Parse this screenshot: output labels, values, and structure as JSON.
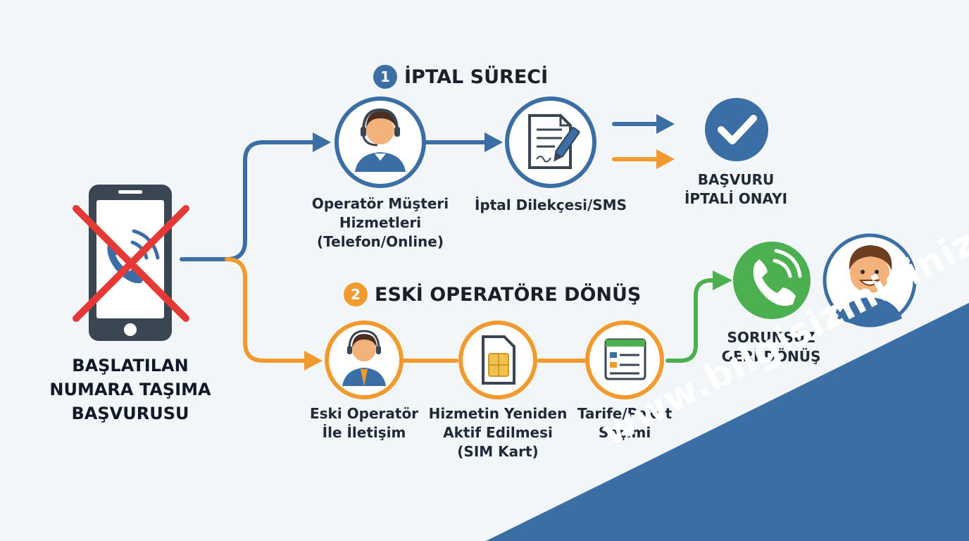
{
  "start": {
    "label_lines": [
      "BAŞLATILAN",
      "NUMARA TAŞIMA",
      "BAŞVURUSU"
    ]
  },
  "section1": {
    "number": "1",
    "title": "İPTAL SÜRECİ",
    "steps": [
      {
        "lines": [
          "Operatör Müşteri",
          "Hizmetleri",
          "(Telefon/Online)"
        ],
        "icon": "headset-agent-icon"
      },
      {
        "lines": [
          "İptal Dilekçesi/SMS"
        ],
        "icon": "document-pen-icon"
      }
    ],
    "result": {
      "lines": [
        "BAŞVURU",
        "İPTALİ ONAYI"
      ],
      "icon": "check-icon"
    }
  },
  "section2": {
    "number": "2",
    "title": "ESKİ OPERATÖRE DÖNÜŞ",
    "steps": [
      {
        "lines": [
          "Eski Operatör",
          "İle İletişim"
        ],
        "icon": "headset-agent-icon"
      },
      {
        "lines": [
          "Hizmetin Yeniden",
          "Aktif Edilmesi",
          "(SIM Kart)"
        ],
        "icon": "sim-card-icon"
      },
      {
        "lines": [
          "Tarife/Paket",
          "Seçimi"
        ],
        "icon": "tariff-list-icon"
      }
    ],
    "result": {
      "lines": [
        "SORUNSUZ",
        "GERİ DÖNÜŞ"
      ],
      "icon": "phone-call-icon"
    }
  },
  "watermark": "www.bilgisizmisiniz.com",
  "colors": {
    "blue": "#3a6ea5",
    "orange": "#f29a2e",
    "green": "#4caf50",
    "red": "#e53935",
    "dark": "#3b4655",
    "banner": "#3a6ea5"
  }
}
